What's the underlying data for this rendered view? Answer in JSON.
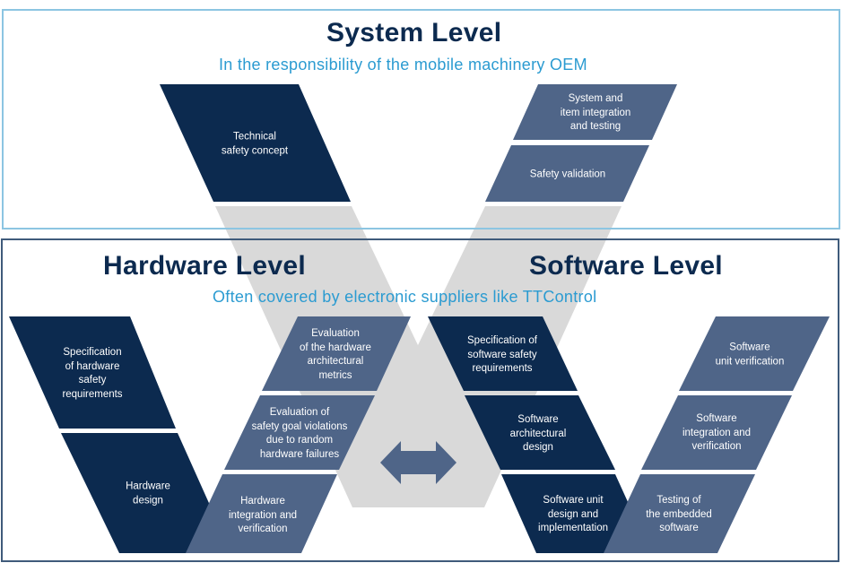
{
  "system_level": {
    "title": "System Level",
    "subtitle": "In the responsibility of the mobile machinery OEM",
    "steps": {
      "technical_safety_concept": "Technical\nsafety concept",
      "system_item_integration": "System and\nitem integration\nand testing",
      "safety_validation": "Safety validation"
    }
  },
  "hardware_level": {
    "title": "Hardware Level",
    "steps": {
      "spec_hw_safety_req": "Specification\nof hardware\nsafety\nrequirements",
      "hardware_design": "Hardware\ndesign",
      "eval_hw_arch_metrics": "Evaluation\nof the hardware\narchitectural\nmetrics",
      "eval_safety_goal_violations": "Evaluation of\nsafety goal violations\ndue to random\nhardware failures",
      "hw_integration_verification": "Hardware\nintegration and\nverification"
    }
  },
  "software_level": {
    "title": "Software Level",
    "steps": {
      "spec_sw_safety_req": "Specification of\nsoftware safety\nrequirements",
      "sw_arch_design": "Software\narchitectural\ndesign",
      "sw_unit_design_impl": "Software unit\ndesign and\nimplementation",
      "sw_unit_verification": "Software\nunit verification",
      "sw_integration_verification": "Software\nintegration and\nverification",
      "testing_embedded_sw": "Testing of\nthe embedded\nsoftware"
    }
  },
  "shared_subtitle": "Often covered by electronic suppliers like TTControl",
  "icons": {
    "center_arrow": "double-headed-arrow-icon"
  },
  "colors": {
    "navy": "#0c2a4f",
    "slate": "#4f6588",
    "gray": "#d9d9d9",
    "title": "#0c2a4f",
    "subtitle": "#2b9bd1",
    "top_border": "#8cc5e2",
    "bottom_border": "#3f5b7b"
  }
}
